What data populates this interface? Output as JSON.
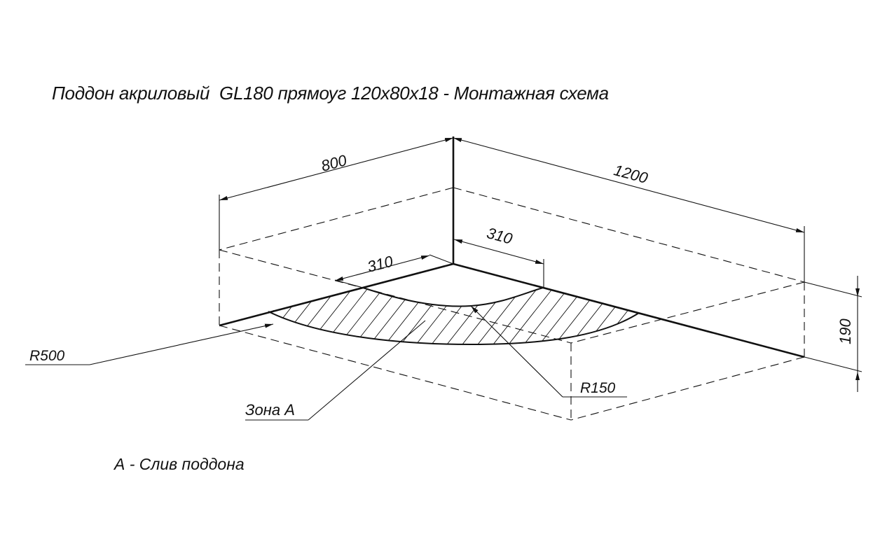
{
  "title": "Поддон акриловый  GL180 прямоуг 120x80x18 - Монтажная схема",
  "legend": "А - Слив поддона",
  "dimensions": {
    "width_left": "800",
    "length_right": "1200",
    "offset_left": "310",
    "offset_right": "310",
    "height": "190"
  },
  "callouts": {
    "radius_large": "R500",
    "radius_small": "R150",
    "zone": "Зона А"
  }
}
